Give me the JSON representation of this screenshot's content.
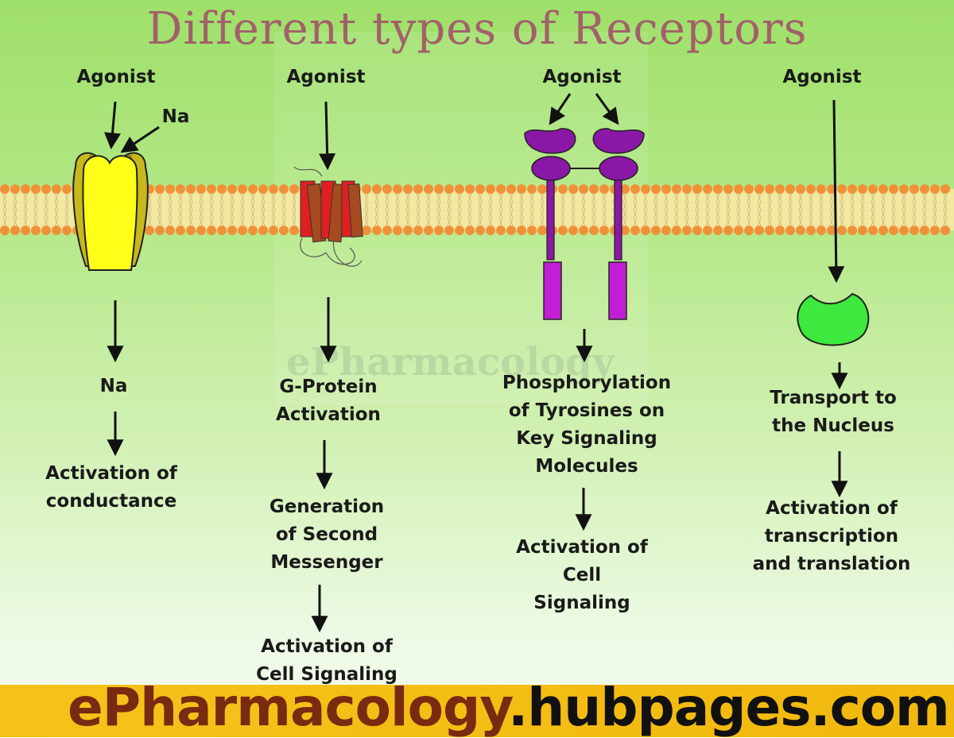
{
  "title": "Different types of Receptors",
  "watermark": "ePharmacology",
  "columns": [
    {
      "agonist": "Agonist",
      "ion": "Na",
      "steps": [
        "Na",
        "Activation of\nconductance"
      ]
    },
    {
      "agonist": "Agonist",
      "steps": [
        "G-Protein\nActivation",
        "Generation\nof Second\nMessenger",
        "Activation of\nCell Signaling"
      ]
    },
    {
      "agonist": "Agonist",
      "steps": [
        "Phosphorylation\nof Tyrosines on\nKey Signaling\nMolecules",
        "Activation of\nCell\nSignaling"
      ]
    },
    {
      "agonist": "Agonist",
      "steps": [
        "Transport to\nthe Nucleus",
        "Activation of\ntranscription\nand translation"
      ]
    }
  ],
  "footer": {
    "brand": "ePharmacology",
    "domain": ".hubpages.com"
  },
  "colors": {
    "title": "#a2606a",
    "lipid_head": "#f0913a",
    "lipid_band": "#f2e8a0",
    "ion_channel_outer": "#c8b81c",
    "ion_channel_inner": "#ffff1a",
    "gpcr": "#e02020",
    "gpcr_dark": "#a64a20",
    "tyrosine_kinase": "#8a17a6",
    "tyrosine_kinase_tail": "#c21ed6",
    "nuclear_receptor": "#3ee83e",
    "footer_bg": "#f6c21a"
  }
}
